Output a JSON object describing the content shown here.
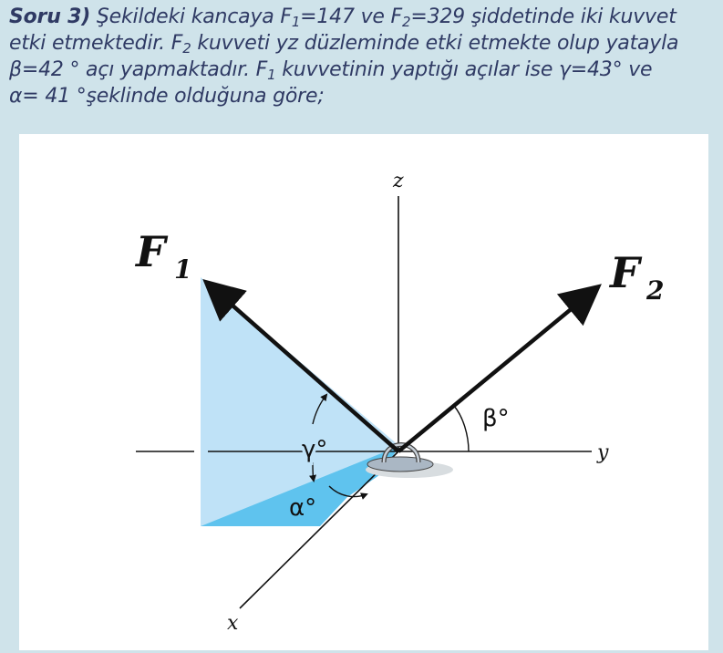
{
  "question": {
    "line1_prefix": "Soru 3)",
    "line1_text": " Şekildeki kancaya ",
    "f1_symbol": "F",
    "f1_sub": "1",
    "f1_value": "=147",
    "line1_mid": " ve ",
    "f2_symbol": "F",
    "f2_sub": "2",
    "f2_value": "=329",
    "line1_end": " şiddetinde iki kuvvet",
    "line2_text": "etki etmektedir. ",
    "line2_f2_symbol": "F",
    "line2_f2_sub": "2",
    "line2_end": " kuvveti yz düzleminde etki etmekte olup yatayla",
    "line3_beta": "β=42 °",
    "line3_text": " açı yapmaktadır.  ",
    "line3_f1_symbol": "F",
    "line3_f1_sub": "1",
    "line3_mid": " kuvvetinin yaptığı açılar ise ",
    "line3_gamma": "γ=43°",
    "line3_end": " ve",
    "line4_alpha": " α= 41 °",
    "line4_end": "şeklinde olduğuna göre;"
  },
  "figure": {
    "label_f1": "F",
    "label_f1_sub": "1",
    "label_f2": "F",
    "label_f2_sub": "2",
    "axis_z": "z",
    "axis_y": "y",
    "axis_x": "x",
    "angle_beta": "β°",
    "angle_gamma": "γ°",
    "angle_alpha": "α°"
  },
  "colors": {
    "question_text": "#2f3a64",
    "background": "#cfe3ea",
    "plane_light": "#bfe2f7",
    "plane_dark": "#5fc3ee",
    "ink": "#111111"
  }
}
